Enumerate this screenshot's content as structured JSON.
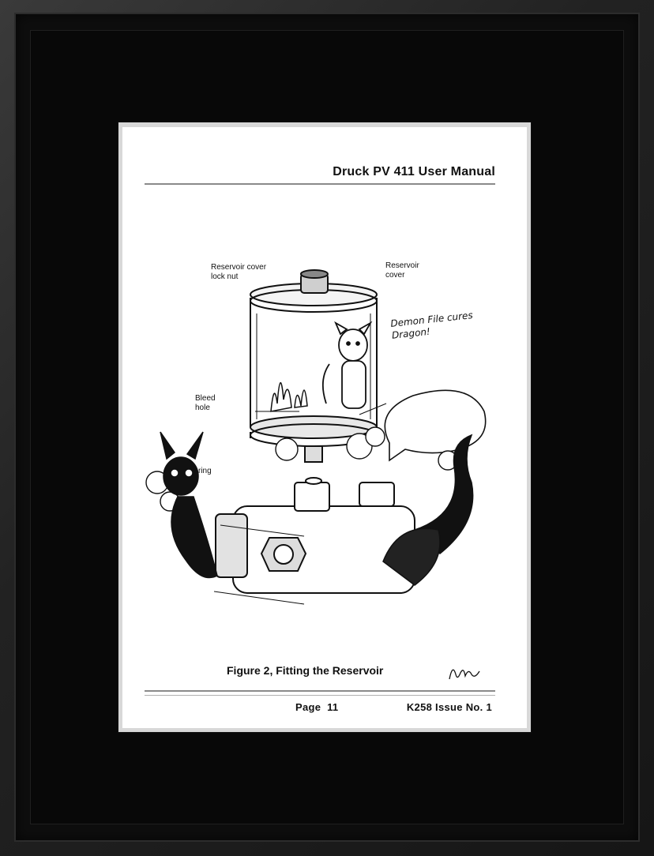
{
  "document": {
    "header_title": "Druck PV 411 User Manual",
    "caption": "Figure 2, Fitting the Reservoir",
    "page_label": "Page  11",
    "doc_id": "K258 Issue No. 1"
  },
  "callouts": {
    "lock_nut": "Reservoir cover\nlock nut",
    "cover": "Reservoir\ncover",
    "bleed_hole": "Bleed\nhole",
    "ring": "ring"
  },
  "speech_bubble": {
    "text": "Demon File cures Dragon!"
  },
  "colors": {
    "frame": "#1a1a1a",
    "paper": "#ffffff",
    "rule": "#8a8a8a",
    "ink": "#111111"
  }
}
